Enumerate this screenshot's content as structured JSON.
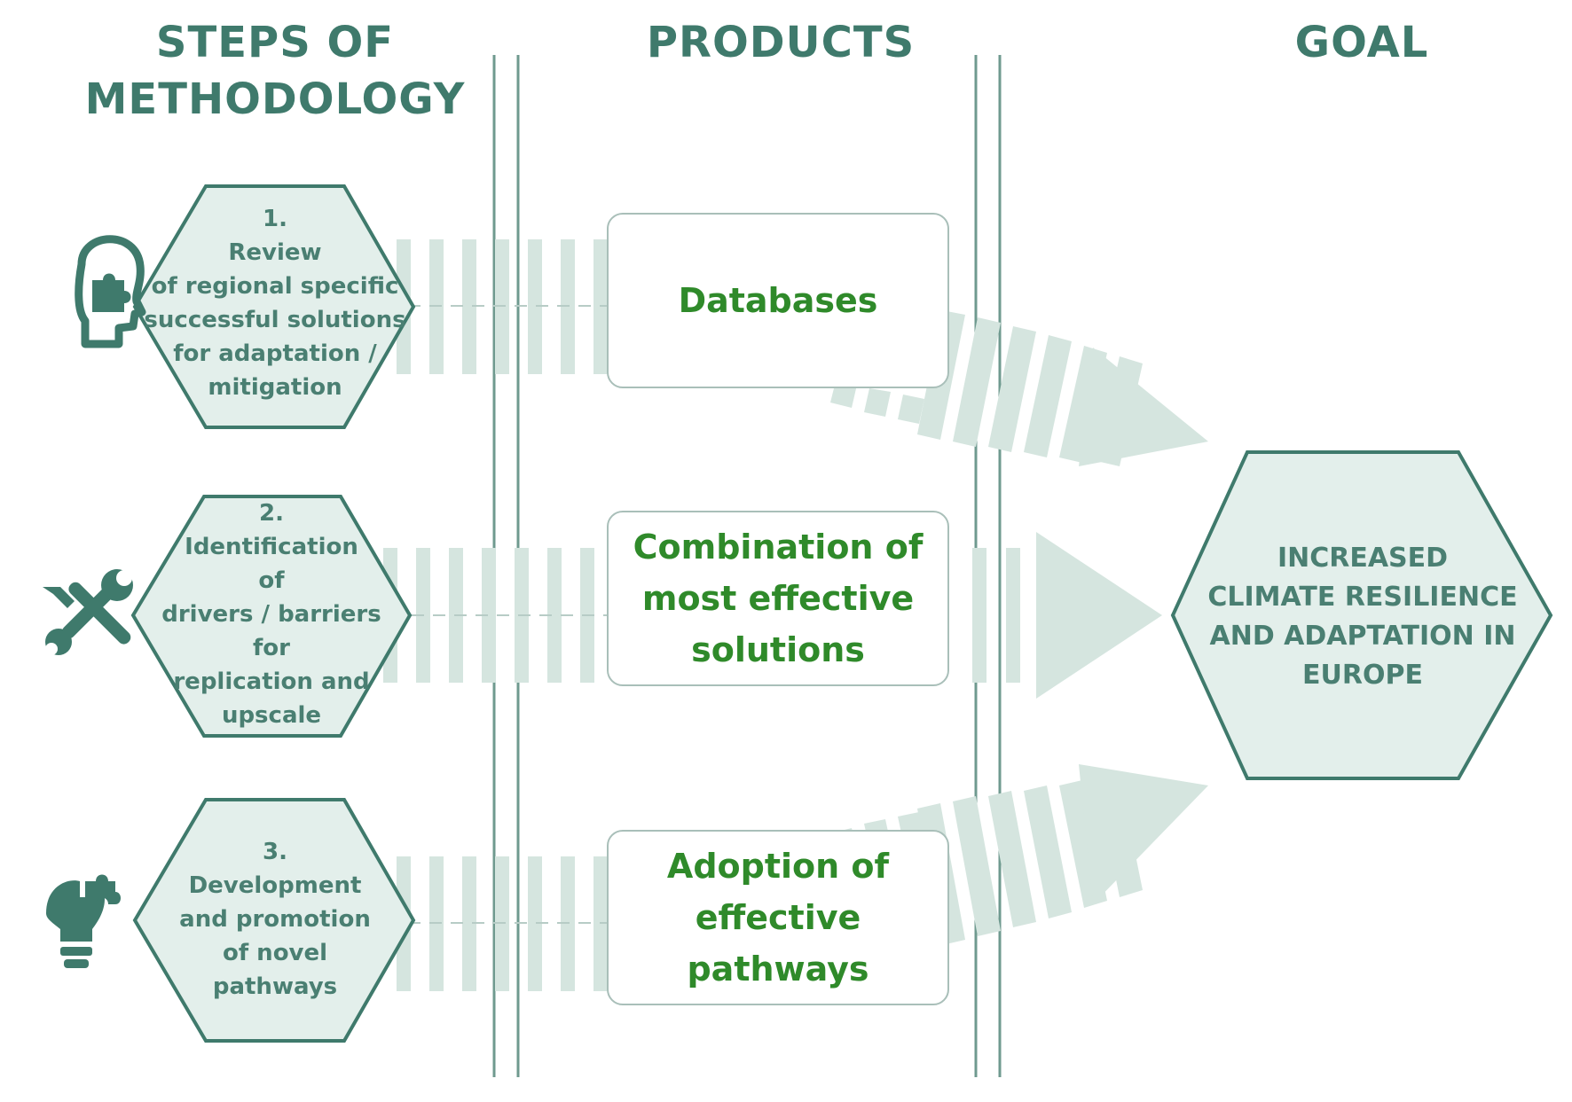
{
  "headers": {
    "steps": [
      "STEPS OF",
      "METHODOLOGY"
    ],
    "products": "PRODUCTS",
    "goal": "GOAL"
  },
  "steps": [
    {
      "icon": "head-puzzle-icon",
      "lines": [
        "1.",
        "Review",
        "of regional specific",
        "successful solutions",
        "for adaptation /",
        "mitigation"
      ]
    },
    {
      "icon": "tools-icon",
      "lines": [
        "2.",
        "Identification",
        "of",
        "drivers / barriers",
        "for",
        "replication and",
        "upscale"
      ]
    },
    {
      "icon": "lightbulb-puzzle-icon",
      "lines": [
        "3.",
        "Development",
        "and promotion",
        "of novel",
        "pathways"
      ]
    }
  ],
  "products": [
    {
      "lines": [
        "Databases"
      ]
    },
    {
      "lines": [
        "Combination of",
        "most effective",
        "solutions"
      ]
    },
    {
      "lines": [
        "Adoption of",
        "effective",
        "pathways"
      ]
    }
  ],
  "goal": {
    "lines": [
      "INCREASED",
      "CLIMATE RESILIENCE",
      "AND ADAPTATION IN",
      "EUROPE"
    ]
  },
  "colors": {
    "heading": "#3f7a6c",
    "hexagon_fill": "#e3efeb",
    "hexagon_stroke": "#3f7a6c",
    "stripe": "#d5e5df",
    "product_text": "#2f8a2a",
    "divider": "#6f9a8f"
  }
}
